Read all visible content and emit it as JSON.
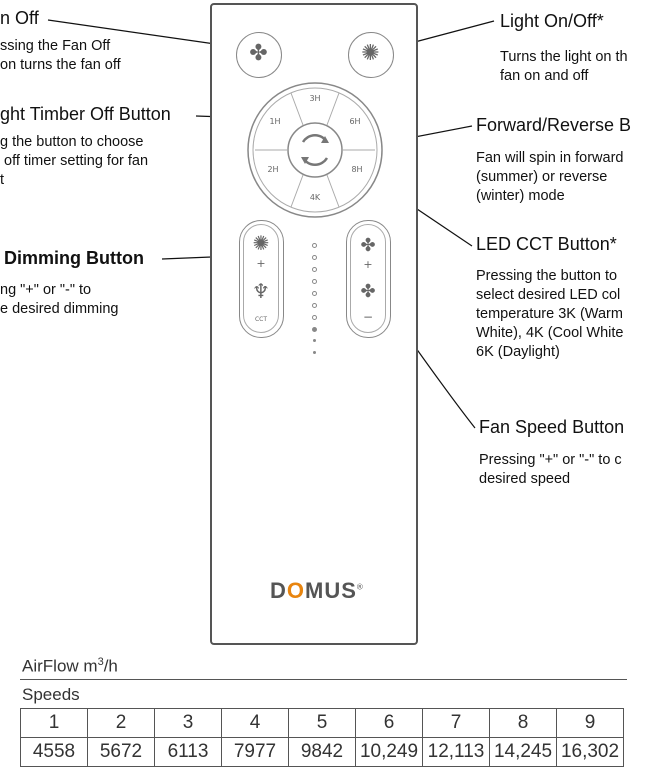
{
  "annotations": {
    "fan_off": {
      "title": "n Off",
      "desc": "ssing the Fan Off\non turns the fan off"
    },
    "light_onoff": {
      "title": "Light On/Off*",
      "desc": "Turns the light on th\nfan on and off"
    },
    "timer": {
      "title": "ght Timber Off Button",
      "desc": "g the button to choose\n off timer setting for fan\nt"
    },
    "forward_reverse": {
      "title": "Forward/Reverse B",
      "desc": "Fan will spin in forward\n(summer) or reverse\n(winter) mode"
    },
    "dimming": {
      "title": "Dimming Button",
      "desc": "ng \"+\" or \"-\" to\ne desired dimming"
    },
    "led_cct": {
      "title": "LED CCT Button*",
      "desc": "Pressing the button to\nselect desired LED col\ntemperature 3K (Warm\nWhite), 4K (Cool White\n6K (Daylight)"
    },
    "fan_speed": {
      "title": "Fan Speed Button",
      "desc": "Pressing \"+\" or \"-\" to c\ndesired speed"
    }
  },
  "remote": {
    "timer_labels": {
      "top": "3H",
      "left": "1H",
      "right": "6H",
      "lower_left": "2H",
      "lower_right": "8H",
      "bottom": "4K"
    },
    "dimmer_plus": "+",
    "fan_plus": "+",
    "fan_minus": "−",
    "cct_label": "CCT",
    "logo": {
      "d": "D",
      "o": "O",
      "mus": "MUS",
      "reg": "®"
    }
  },
  "table": {
    "title_prefix": "AirFlow m",
    "title_sup": "3",
    "title_suffix": "/h",
    "subtitle": "Speeds",
    "speeds": [
      "1",
      "2",
      "3",
      "4",
      "5",
      "6",
      "7",
      "8",
      "9"
    ],
    "values": [
      "4558",
      "5672",
      "6113",
      "7977",
      "9842",
      "10,249",
      "12,113",
      "14,245",
      "16,302"
    ]
  },
  "colors": {
    "accent": "#e8850f",
    "line": "#111111",
    "remote_border": "#555555"
  }
}
